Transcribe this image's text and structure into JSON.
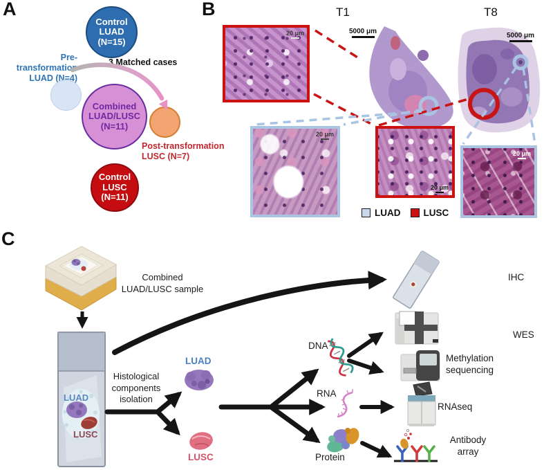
{
  "colors": {
    "luad_blue": "#2d74b5",
    "lusc_red": "#c0272e",
    "control_luad_fill": "#2d6db0",
    "combined_fill": "#d691d6",
    "combined_border": "#6a2d9e",
    "combined_text": "#7226a0",
    "pre_circle_fill": "#d9e5f4",
    "post_circle_fill": "#f2a571",
    "control_lusc_fill": "#c50d11",
    "legend_luad_swatch": "#c9d7ec",
    "legend_lusc_swatch": "#cc1111",
    "luad_inset_border": "#aac4e2",
    "lusc_inset_border": "#cc1111",
    "arrow_black": "#151515"
  },
  "panelA": {
    "label": "A",
    "control_luad": [
      "Control",
      "LUAD",
      "(N=15)"
    ],
    "pre_transformation": [
      "Pre-transformation",
      "LUAD (N=4)"
    ],
    "matched_cases": "3 Matched cases",
    "combined": [
      "Combined",
      "LUAD/LUSC",
      "(N=11)"
    ],
    "post_transformation": [
      "Post-transformation",
      "LUSC (N=7)"
    ],
    "control_lusc": [
      "Control",
      "LUSC",
      "(N=11)"
    ]
  },
  "panelB": {
    "label": "B",
    "t1": "T1",
    "t8": "T8",
    "scalebar_5000": "5000 μm",
    "scalebar_20": "20 μm",
    "legend": {
      "luad": "LUAD",
      "lusc": "LUSC"
    }
  },
  "panelC": {
    "label": "C",
    "sample_label": [
      "Combined",
      "LUAD/LUSC sample"
    ],
    "isolation_label": [
      "Histological",
      "components",
      "isolation"
    ],
    "slide": {
      "luad": "LUAD",
      "lusc": "LUSC"
    },
    "components": {
      "luad": "LUAD",
      "lusc": "LUSC"
    },
    "analytes": {
      "dna": "DNA",
      "rna": "RNA",
      "protein": "Protein"
    },
    "assays": {
      "ihc": "IHC",
      "wes": "WES",
      "methylation": [
        "Methylation",
        "sequencing"
      ],
      "rnaseq": "RNAseq",
      "antibody_array": [
        "Antibody",
        "array"
      ]
    }
  }
}
